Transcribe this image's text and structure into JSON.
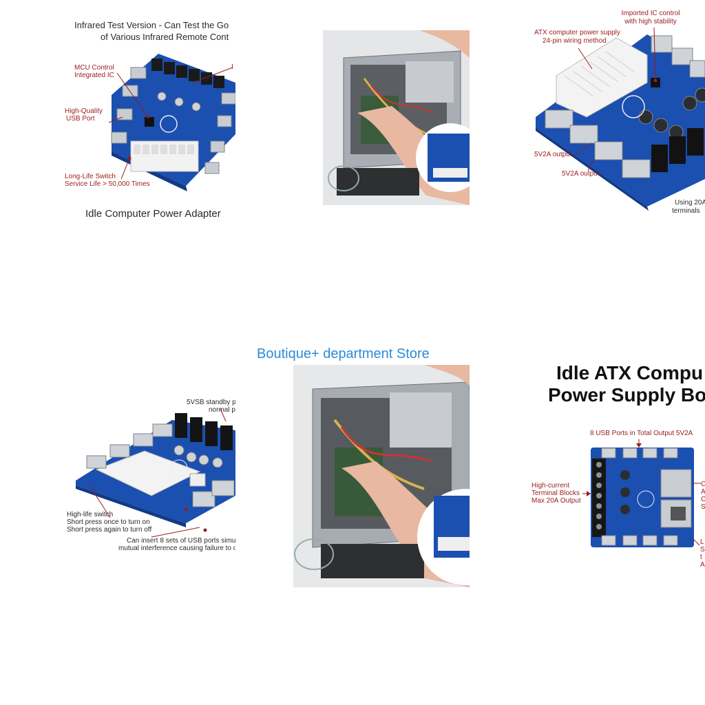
{
  "colors": {
    "board": "#1b4fb0",
    "board_dark": "#123a86",
    "callout": "#9b1b1b",
    "store": "#2d8ad8",
    "case": "#9aa2a8"
  },
  "tile1": {
    "title_line1": "Infrared Test Version - Can Test the Go",
    "title_line2": "of Various Infrared Remote Cont",
    "mcu_line1": "MCU Control",
    "mcu_line2": "Integrated IC",
    "usb_line1": "High-Quality",
    "usb_line2": "USB Port",
    "switch_line1": "Long-Life Switch",
    "switch_line2": "Service Life > 50,000 Times",
    "right_label": "I",
    "caption": "Idle Computer Power Adapter"
  },
  "tile3": {
    "ic_line1": "Imported IC control",
    "ic_line2": "with high stability",
    "atx_line1": "ATX computer power supply",
    "atx_line2": "24-pin wiring method",
    "out1": "5V2A output",
    "out2": "5V2A output",
    "terminal_line1": "Using 20A",
    "terminal_line2": "terminals"
  },
  "tile4": {
    "standby_line1": "5VSB standby po",
    "standby_line2": "normal p",
    "switch_line1": "High-life switch",
    "switch_line2": "Short press once to turn on",
    "switch_line3": "Short press again to turn off",
    "usb_line1": "Can insert 8 sets of USB ports simulta",
    "usb_line2": "mutual interference causing failure to ou"
  },
  "store": {
    "name": "Boutique+ department Store"
  },
  "tile6": {
    "title_line1": "Idle ATX Compu",
    "title_line2": "Power Supply Bo",
    "usb_label": "8 USB Ports in Total Output 5V2A",
    "terminal_line1": "High-current",
    "terminal_line2": "Terminal Blocks",
    "terminal_line3": "Max 20A Output",
    "right1_line1": "C",
    "right1_line2": "A",
    "right1_line3": "C",
    "right1_line4": "S",
    "right2_line1": "L",
    "right2_line2": "S",
    "right2_line3": "t",
    "right2_line4": "A"
  }
}
